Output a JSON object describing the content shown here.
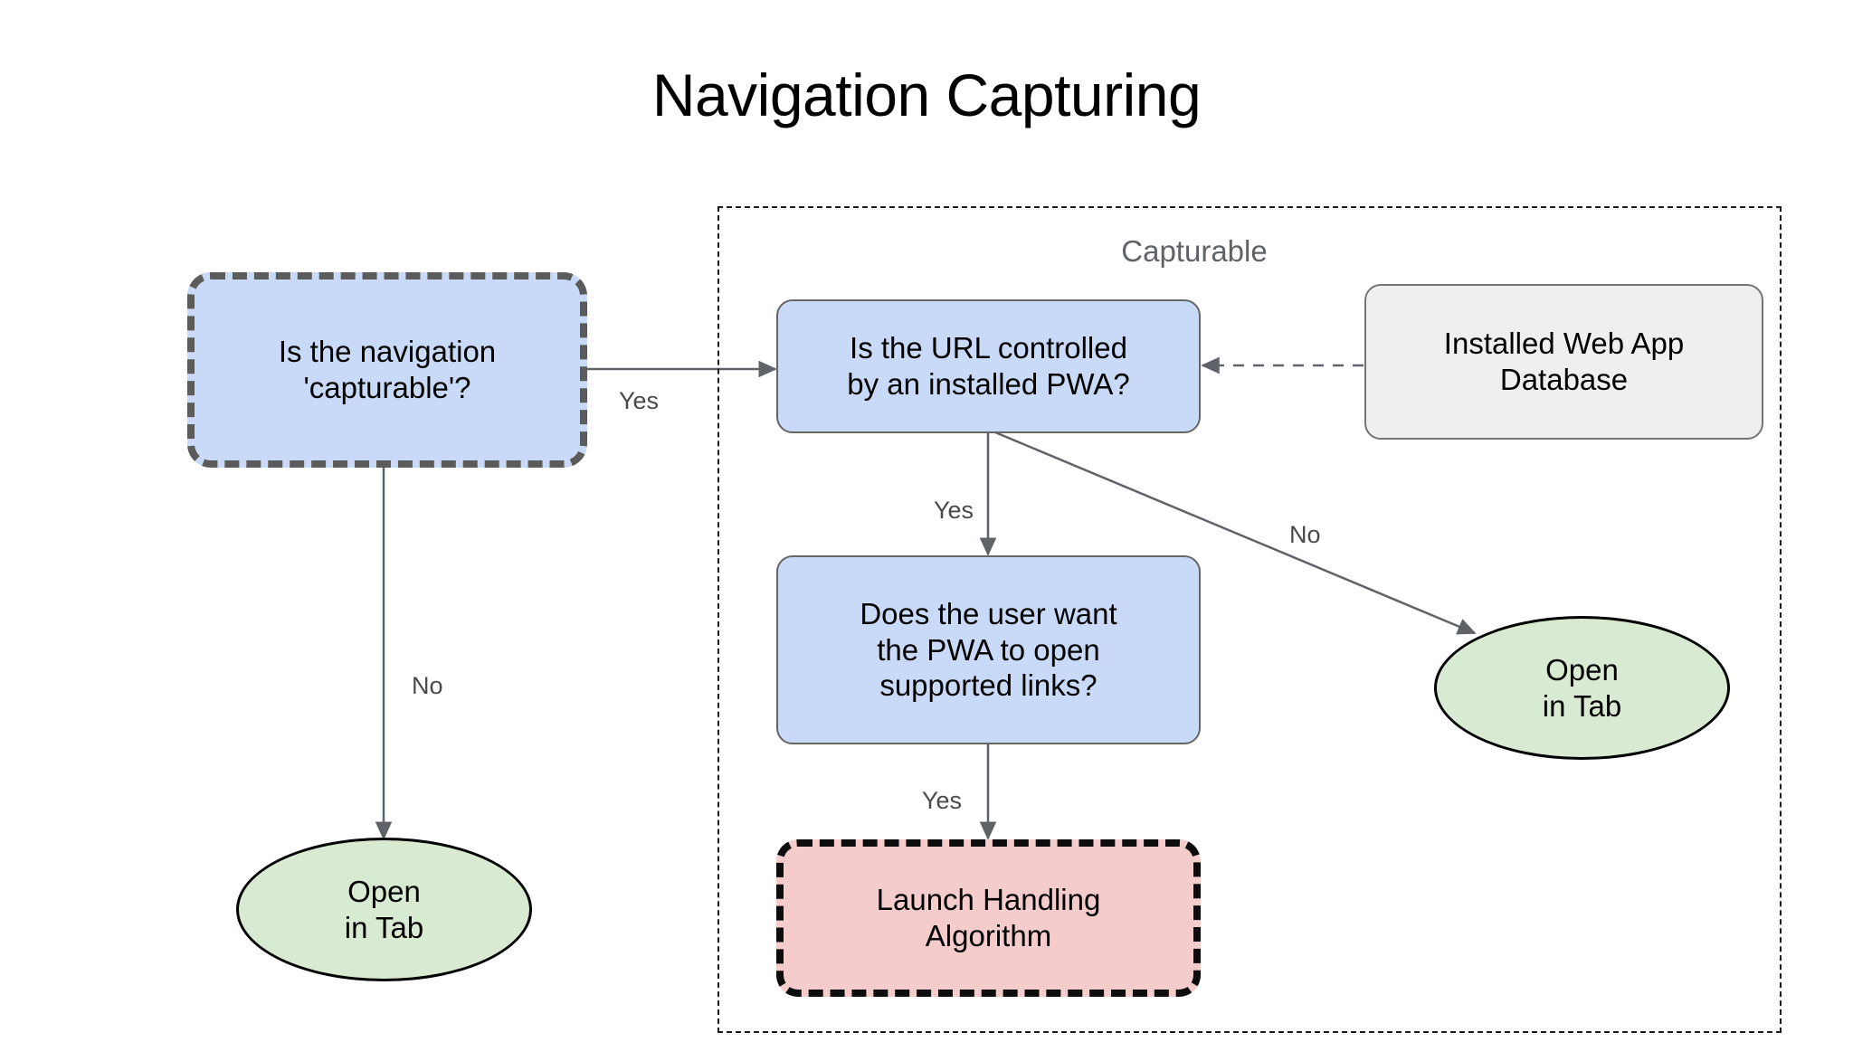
{
  "title": "Navigation Capturing",
  "group": {
    "label": "Capturable"
  },
  "nodes": {
    "is_capturable": "Is the navigation\n'capturable'?",
    "url_controlled": "Is the URL controlled\nby an installed PWA?",
    "installed_db": "Installed Web App\nDatabase",
    "user_wants_open": "Does the user want\nthe PWA to open\nsupported links?",
    "launch_handling": "Launch Handling\nAlgorithm",
    "open_in_tab_left": "Open\nin Tab",
    "open_in_tab_right": "Open\nin Tab"
  },
  "edge_labels": {
    "capturable_yes": "Yes",
    "capturable_no": "No",
    "url_yes": "Yes",
    "url_no": "No",
    "user_yes": "Yes"
  },
  "colors": {
    "blue_fill": "#c9daf8",
    "green_fill": "#d9ead3",
    "pink_fill": "#f4cccc",
    "gray_fill": "#efefef",
    "edge_stroke": "#5f6368",
    "label_text": "#4a4a4a",
    "group_label_text": "#5f6368",
    "title_text": "#000000"
  }
}
